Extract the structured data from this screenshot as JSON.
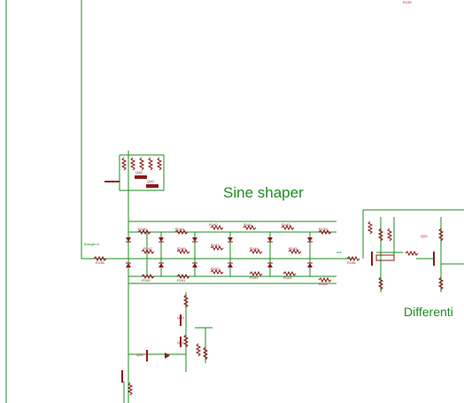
{
  "sections": {
    "sine_shaper": "Sine shaper",
    "differential": "Differenti"
  },
  "net_labels": {
    "triangle_in": "triangle in",
    "out": "out"
  },
  "resistors": [
    "R138",
    "R146",
    "R147",
    "R148",
    "R140",
    "R141",
    "R149",
    "R142",
    "R143",
    "R144",
    "R145",
    "R139",
    "R150",
    "R151",
    "R152",
    "R153",
    "R154",
    "R155",
    "R136",
    "R135"
  ],
  "transistors": [
    "Q48",
    "Q49",
    "Q50",
    "Q51",
    "Q52",
    "Q53"
  ],
  "colors": {
    "wire": "#1f8b1f",
    "component": "#8b1a1a",
    "text": "#1f8b1f"
  }
}
